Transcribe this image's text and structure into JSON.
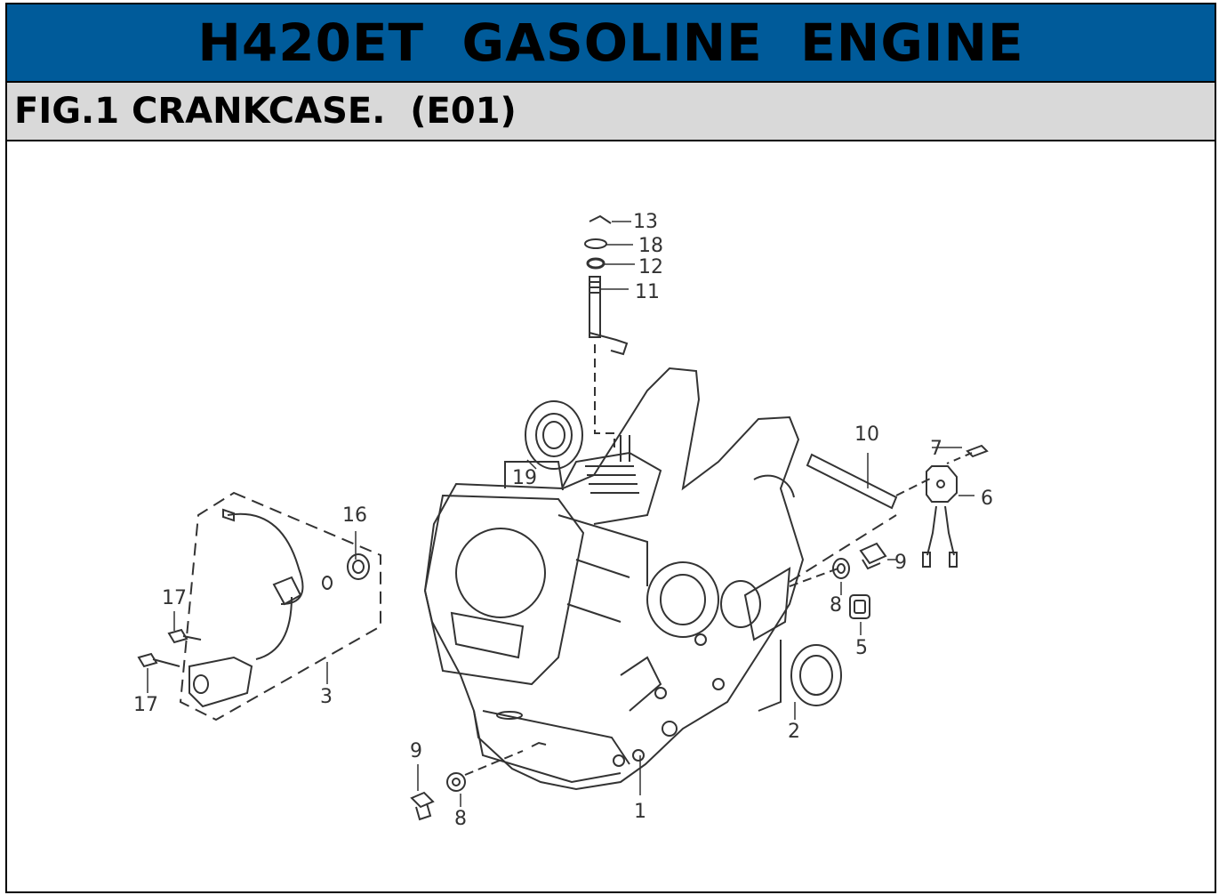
{
  "header": {
    "title": "H420ET  GASOLINE  ENGINE"
  },
  "figure": {
    "caption": "FIG.1 CRANKCASE.  (E01)"
  },
  "colors": {
    "title_bg": "#005b9a",
    "caption_bg": "#d9d9d9",
    "line": "#333333"
  },
  "callouts": {
    "c13": "13",
    "c18": "18",
    "c12": "12",
    "c11": "11",
    "c19": "19",
    "c10": "10",
    "c7": "7",
    "c6": "6",
    "c16": "16",
    "c17a": "17",
    "c17b": "17",
    "c3": "3",
    "c9a": "9",
    "c8a": "8",
    "c5": "5",
    "c2": "2",
    "c9b": "9",
    "c8b": "8",
    "c1": "1"
  }
}
